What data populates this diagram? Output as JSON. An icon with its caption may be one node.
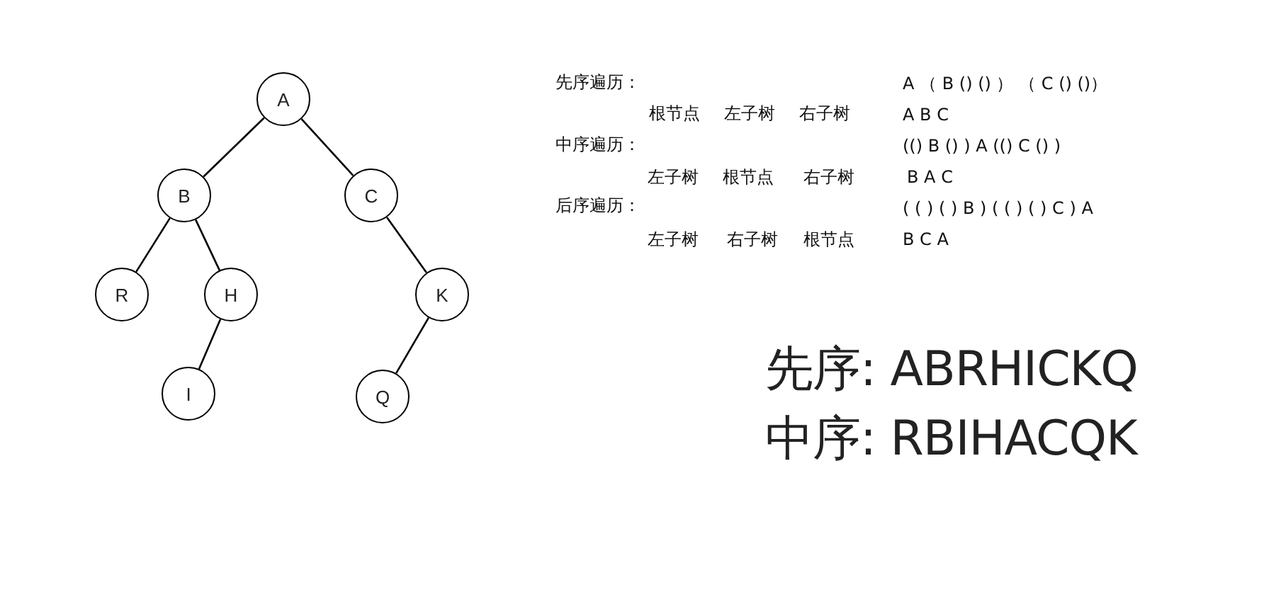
{
  "diagram": {
    "nodes": [
      {
        "text": [
          "A"
        ]
      },
      {
        "text": [
          "B"
        ]
      },
      {
        "text": [
          "C"
        ]
      },
      {
        "text": [
          "R"
        ]
      },
      {
        "text": [
          "H"
        ]
      },
      {
        "text": [
          "K"
        ]
      },
      {
        "text": [
          "I"
        ]
      },
      {
        "text": [
          "Q"
        ]
      }
    ],
    "edges": [
      {
        "from": 0,
        "to": 1,
        "arrow": "none"
      },
      {
        "from": 0,
        "to": 2,
        "arrow": "none"
      },
      {
        "from": 1,
        "to": 3,
        "arrow": "none"
      },
      {
        "from": 1,
        "to": 4,
        "arrow": "none"
      },
      {
        "from": 2,
        "to": 5,
        "arrow": "none"
      },
      {
        "from": 4,
        "to": 6,
        "arrow": "none"
      },
      {
        "from": 5,
        "to": 7,
        "arrow": "none"
      }
    ],
    "labels": [
      "先序遍历：",
      "A （ B () () ） （ C () ()）",
      "根节点",
      "左子树",
      "右子树",
      "A B C",
      "中序遍历：",
      "(() B () ) A (() C () )",
      "左子树",
      "根节点",
      "右子树",
      "B A C",
      "后序遍历：",
      "( ( ) ( ) B ) ( ( ) ( ) C ) A",
      "左子树",
      "右子树",
      "根节点",
      "B C A",
      "先序: ABRHICKQ",
      "中序: RBIHACQK"
    ]
  }
}
